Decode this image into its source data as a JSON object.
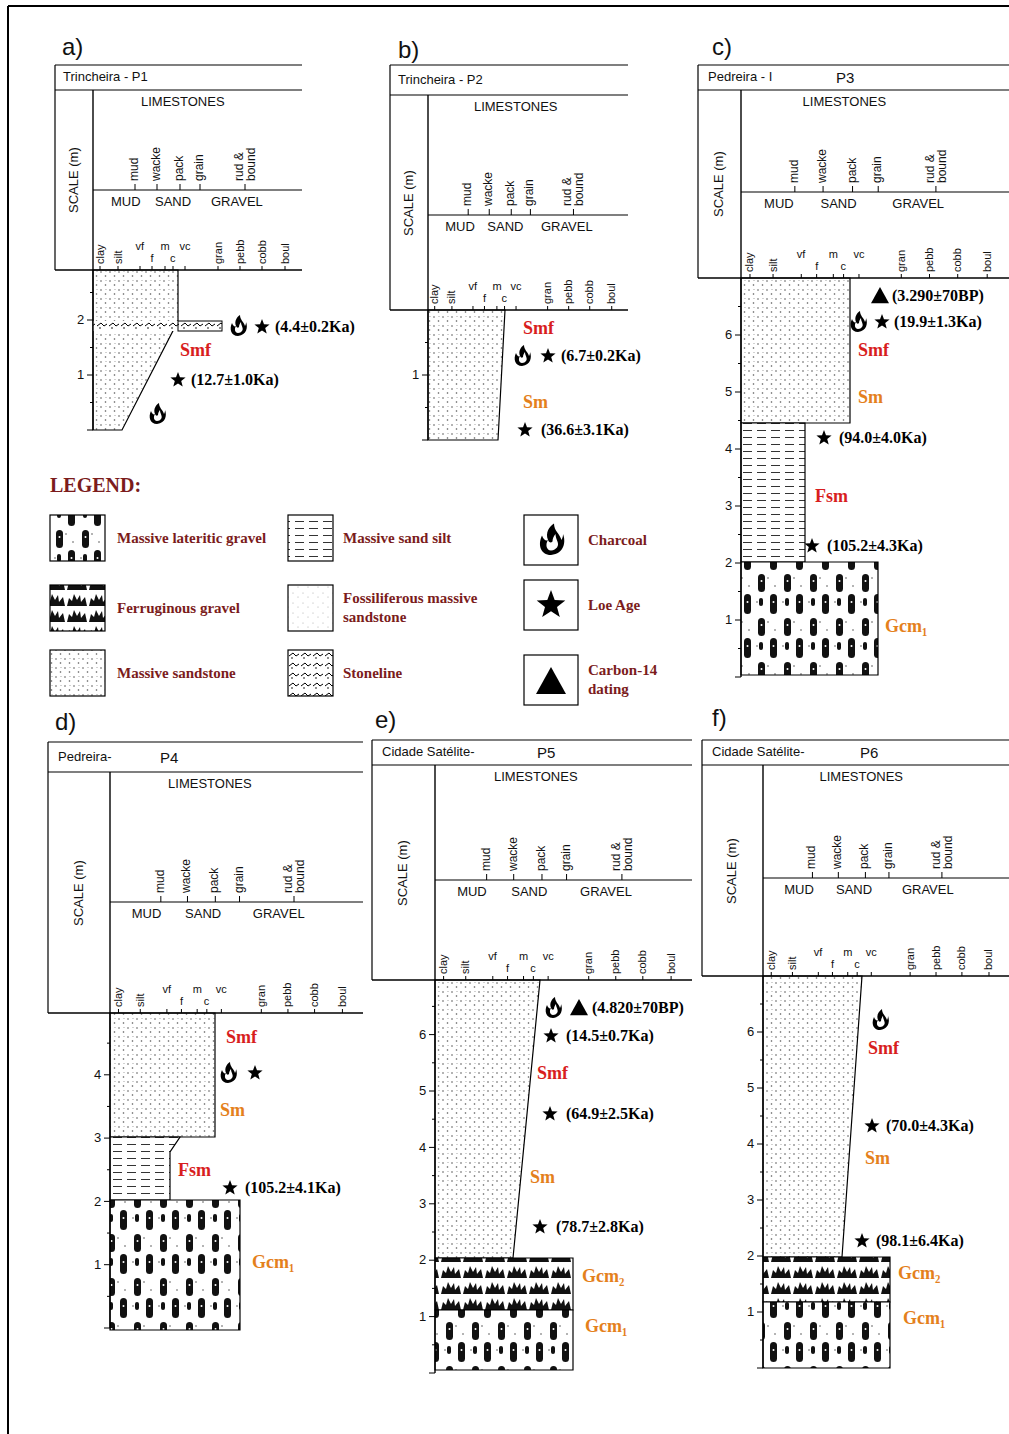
{
  "diagram": {
    "nodes": [
      {
        "text": [
          "Trincheira - P1"
        ]
      },
      {
        "text": [
          "Trincheira - P2"
        ]
      },
      {
        "text": [
          "Pedreira - I",
          "P3"
        ]
      },
      {
        "text": [
          "Pedreira-",
          "P4"
        ]
      },
      {
        "text": [
          "Cidade Satélite-",
          "P5"
        ]
      },
      {
        "text": [
          "Cidade Satélite-",
          "P6"
        ]
      }
    ],
    "labels": [
      "a)",
      "SCALE (m)",
      "LIMESTONES",
      "mud",
      "wacke",
      "pack",
      "grain",
      "rud & bound",
      "MUD",
      "SAND",
      "GRAVEL",
      "clay",
      "silt",
      "vf",
      "f",
      "m",
      "c",
      "vc",
      "gran",
      "pebb",
      "cobb",
      "boul",
      "2",
      "1",
      "Smf",
      "(4.4±0.2Ka)",
      "(12.7±1.0Ka)",
      "b)",
      "SCALE (m)",
      "LIMESTONES",
      "mud",
      "wacke",
      "pack",
      "grain",
      "rud & bound",
      "MUD",
      "SAND",
      "GRAVEL",
      "clay",
      "silt",
      "vf",
      "f",
      "m",
      "c",
      "vc",
      "gran",
      "pebb",
      "cobb",
      "boul",
      "1",
      "Smf",
      "(6.7±0.2Ka)",
      "Sm",
      "(36.6±3.1Ka)",
      "c)",
      "SCALE (m)",
      "LIMESTONES",
      "mud",
      "wacke",
      "pack",
      "grain",
      "rud & bound",
      "MUD",
      "SAND",
      "GRAVEL",
      "clay",
      "silt",
      "vf",
      "f",
      "m",
      "c",
      "vc",
      "gran",
      "pebb",
      "cobb",
      "boul",
      "6",
      "5",
      "4",
      "3",
      "2",
      "1",
      "(3.290±70BP)",
      "(19.9±1.3Ka)",
      "Smf",
      "Sm",
      "(94.0±4.0Ka)",
      "Fsm",
      "(105.2±4.3Ka)",
      "Gcm₁",
      "d)",
      "SCALE (m)",
      "LIMESTONES",
      "mud",
      "wacke",
      "pack",
      "grain",
      "rud & bound",
      "MUD",
      "SAND",
      "GRAVEL",
      "clay",
      "silt",
      "vf",
      "f",
      "m",
      "c",
      "vc",
      "gran",
      "pebb",
      "cobb",
      "boul",
      "4",
      "3",
      "2",
      "1",
      "Smf",
      "Sm",
      "Fsm",
      "(105.2±4.1Ka)",
      "Gcm₁",
      "e)",
      "SCALE (m)",
      "LIMESTONES",
      "mud",
      "wacke",
      "pack",
      "grain",
      "rud & bound",
      "MUD",
      "SAND",
      "GRAVEL",
      "clay",
      "silt",
      "vf",
      "f",
      "m",
      "c",
      "vc",
      "gran",
      "pebb",
      "cobb",
      "boul",
      "6",
      "5",
      "4",
      "3",
      "2",
      "1",
      "(4.820±70BP)",
      "(14.5±0.7Ka)",
      "Smf",
      "(64.9±2.5Ka)",
      "Sm",
      "(78.7±2.8Ka)",
      "Gcm₂",
      "Gcm₁",
      "f)",
      "SCALE (m)",
      "LIMESTONES",
      "mud",
      "wacke",
      "pack",
      "grain",
      "rud & bound",
      "MUD",
      "SAND",
      "GRAVEL",
      "clay",
      "silt",
      "vf",
      "f",
      "m",
      "c",
      "vc",
      "gran",
      "pebb",
      "cobb",
      "boul",
      "6",
      "5",
      "4",
      "3",
      "2",
      "1",
      "Smf",
      "(70.0±4.3Ka)",
      "Sm",
      "(98.1±6.4Ka)",
      "Gcm₂",
      "Gcm₁",
      "LEGEND:"
    ],
    "legend": [
      {
        "text": "Massive lateritic gravel"
      },
      {
        "text": "Massive sand silt"
      },
      {
        "text": "Charcoal"
      },
      {
        "text": "Ferruginous gravel"
      },
      {
        "text": "Fossiliferous massive sandstone"
      },
      {
        "text": "Loe Age"
      },
      {
        "text": "Massive sandstone"
      },
      {
        "text": "Stoneline"
      },
      {
        "text": "Carbon-14 dating"
      }
    ]
  }
}
